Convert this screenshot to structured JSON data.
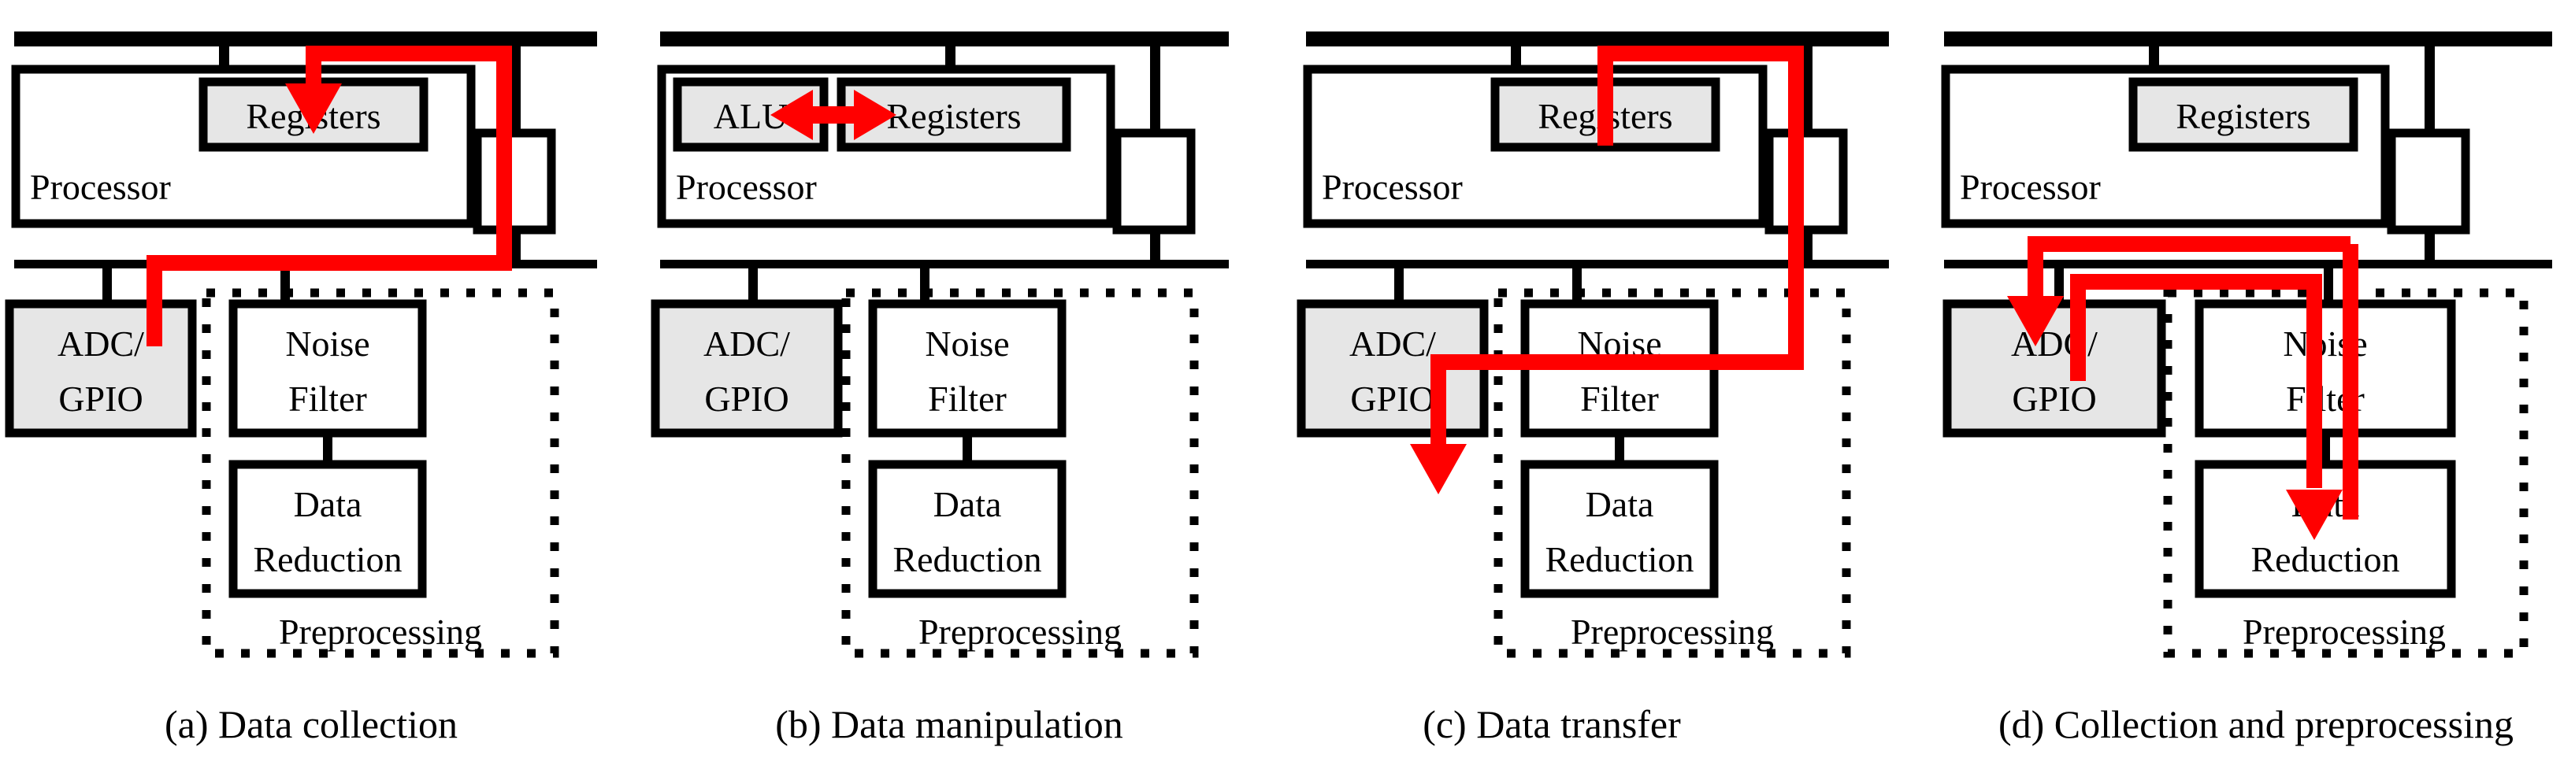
{
  "figure": {
    "type": "block-diagram",
    "description": "Four block diagrams of a sensor node datapath showing data collection, manipulation, transfer and combined collection+preprocessing flows",
    "colors": {
      "arrow": "#FF0000",
      "line": "#000000",
      "shaded_block_fill": "#E6E6E6",
      "background": "#FFFFFF"
    }
  },
  "labels": {
    "processor": "Processor",
    "registers": "Registers",
    "alu": "ALU",
    "adc_gpio_line1": "ADC/",
    "adc_gpio_line2": "GPIO",
    "noise_line1": "Noise",
    "noise_line2": "Filter",
    "data_line1": "Data",
    "data_line2": "Reduction",
    "preprocessing": "Preprocessing"
  },
  "panels": [
    {
      "id": "a",
      "caption": "(a) Data collection",
      "blocks": [
        "Processor",
        "Registers",
        "ADC/ GPIO",
        "Noise Filter",
        "Data Reduction",
        "Preprocessing"
      ],
      "highlighted_blocks": [
        "Registers",
        "ADC/ GPIO"
      ],
      "flow": "ADC/GPIO -> bus -> Registers",
      "arrow_heads": 1,
      "arrow_target": "Registers"
    },
    {
      "id": "b",
      "caption": "(b) Data manipulation",
      "blocks": [
        "Processor",
        "ALU",
        "Registers",
        "ADC/ GPIO",
        "Noise Filter",
        "Data Reduction",
        "Preprocessing"
      ],
      "highlighted_blocks": [
        "ALU",
        "Registers"
      ],
      "flow": "ALU <-> Registers",
      "arrow_heads": 2,
      "arrow_target": "ALU and Registers"
    },
    {
      "id": "c",
      "caption": "(c) Data transfer",
      "blocks": [
        "Processor",
        "Registers",
        "ADC/ GPIO",
        "Noise Filter",
        "Data Reduction",
        "Preprocessing"
      ],
      "highlighted_blocks": [
        "Registers",
        "ADC/ GPIO"
      ],
      "flow": "Registers -> bus -> ADC/GPIO",
      "arrow_heads": 1,
      "arrow_target": "ADC/GPIO"
    },
    {
      "id": "d",
      "caption": "(d) Collection and preprocessing",
      "blocks": [
        "Processor",
        "Registers",
        "ADC/ GPIO",
        "Noise Filter",
        "Data Reduction",
        "Preprocessing"
      ],
      "highlighted_blocks": [
        "Registers",
        "ADC/ GPIO"
      ],
      "flow": "ADC/GPIO -> Data Reduction and Data Reduction -> ADC/GPIO",
      "arrow_heads": 2,
      "arrow_target": "ADC/GPIO and Data Reduction"
    }
  ]
}
